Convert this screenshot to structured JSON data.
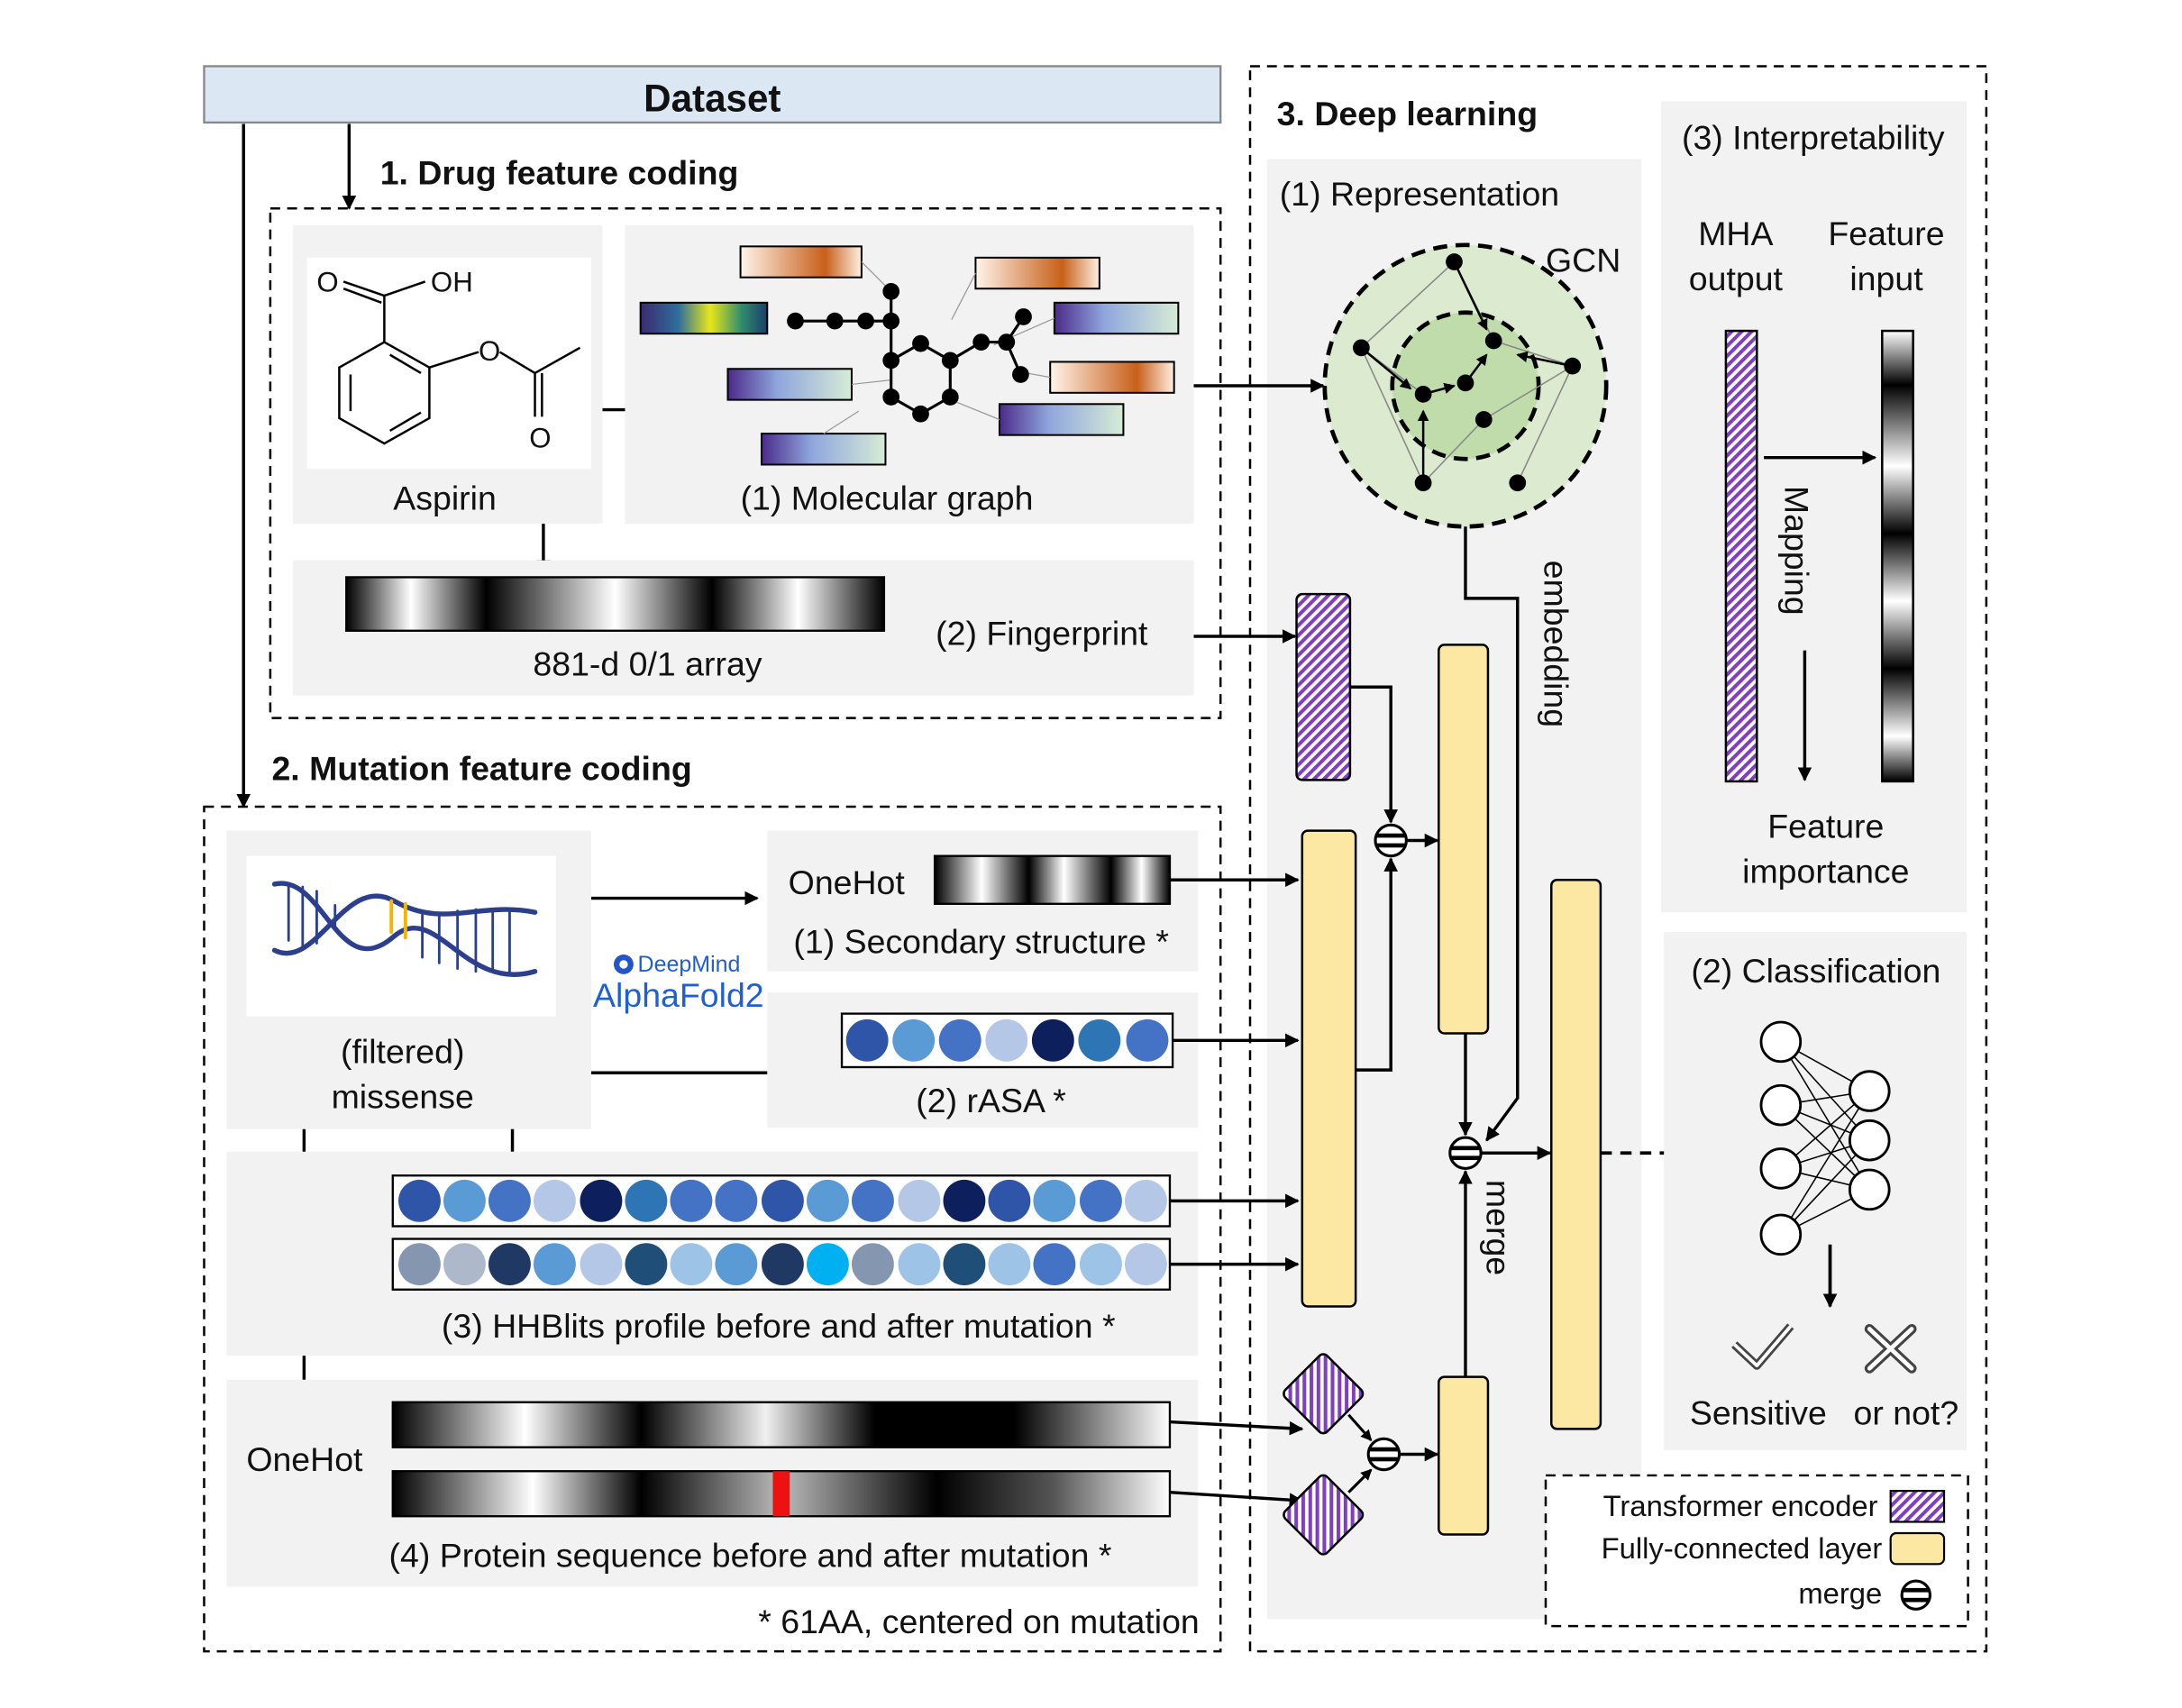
{
  "header": {
    "title": "Dataset"
  },
  "drug_section": {
    "heading": "1. Drug feature coding",
    "molecule": {
      "name": "Aspirin",
      "oxygen": "O",
      "hydroxyl": "OH"
    },
    "molecular_graph_label": "(1) Molecular graph",
    "array_label": "881-d 0/1 array",
    "fingerprint_label": "(2) Fingerprint"
  },
  "mutation_section": {
    "heading": "2. Mutation feature coding",
    "missense_label_line1": "(filtered)",
    "missense_label_line2": "missense",
    "deepmind_brand": "DeepMind",
    "alphafold_brand": "AlphaFold2",
    "onehot_label": "OneHot",
    "secondary_structure_label": "(1) Secondary structure *",
    "rasa_label": "(2) rASA *",
    "hhblits_label": "(3) HHBlits profile before and after mutation *",
    "onehot_label_2": "OneHot",
    "protein_sequence_label": "(4) Protein sequence before and after mutation *",
    "footnote": "* 61AA, centered on mutation"
  },
  "deep_learning_section": {
    "heading": "3. Deep learning",
    "representation_label": "(1) Representation",
    "gcn_label": "GCN",
    "embedding_label": "embedding",
    "merge_label": "merge",
    "interpretability": {
      "heading": "(3) Interpretability",
      "mha_line1": "MHA",
      "mha_line2": "output",
      "feature_line1": "Feature",
      "feature_line2": "input",
      "mapping_label": "Mapping",
      "importance_line1": "Feature",
      "importance_line2": "importance"
    },
    "classification": {
      "heading": "(2) Classification",
      "sensitive_label": "Sensitive",
      "or_not_label": "or not?"
    },
    "legend": {
      "transformer": "Transformer encoder",
      "fully_connected": "Fully-connected layer",
      "merge": "merge"
    }
  },
  "colors": {
    "dataset_bar": "#dbe7f3",
    "panel_gray": "#f2f2f2",
    "fc_layer": "#fce7a3",
    "transformer_purple": "#7f3fbf",
    "gcn_green": "#dcebcf",
    "mutation_red": "#ee1111"
  },
  "icons": [
    "dna-helix-icon",
    "checkmark-icon",
    "cross-icon",
    "merge-icon",
    "deepmind-logo-icon"
  ]
}
